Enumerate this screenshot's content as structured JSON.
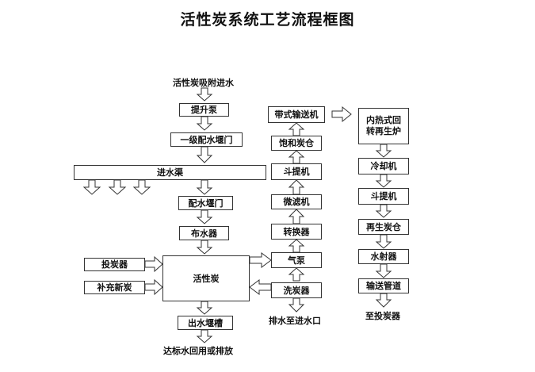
{
  "title": "活性炭系统工艺流程框图",
  "left_column": {
    "input_label": "活性炭吸附进水",
    "pump": "提升泵",
    "gate1": "一级配水堰门",
    "channel": "进水渠",
    "gate2": "配水堰门",
    "distributor": "布水器",
    "carbon": "活性炭",
    "dosing": "投炭器",
    "replenish": "补充新炭",
    "outlet_weir": "出水堰槽",
    "output_label": "达标水回用或排放"
  },
  "middle_column": {
    "belt": "带式输送机",
    "saturated_bin": "饱和炭仓",
    "bucket": "斗提机",
    "microfilter": "微滤机",
    "converter": "转换器",
    "air_pump": "气泵",
    "washer": "洗炭器",
    "drain_label": "排水至进水口"
  },
  "right_column": {
    "furnace": "内热式回转再生炉",
    "cooler": "冷却机",
    "bucket": "斗提机",
    "regen_bin": "再生炭仓",
    "ejector": "水射器",
    "pipeline": "输送管道",
    "output_label": "至投炭器"
  }
}
